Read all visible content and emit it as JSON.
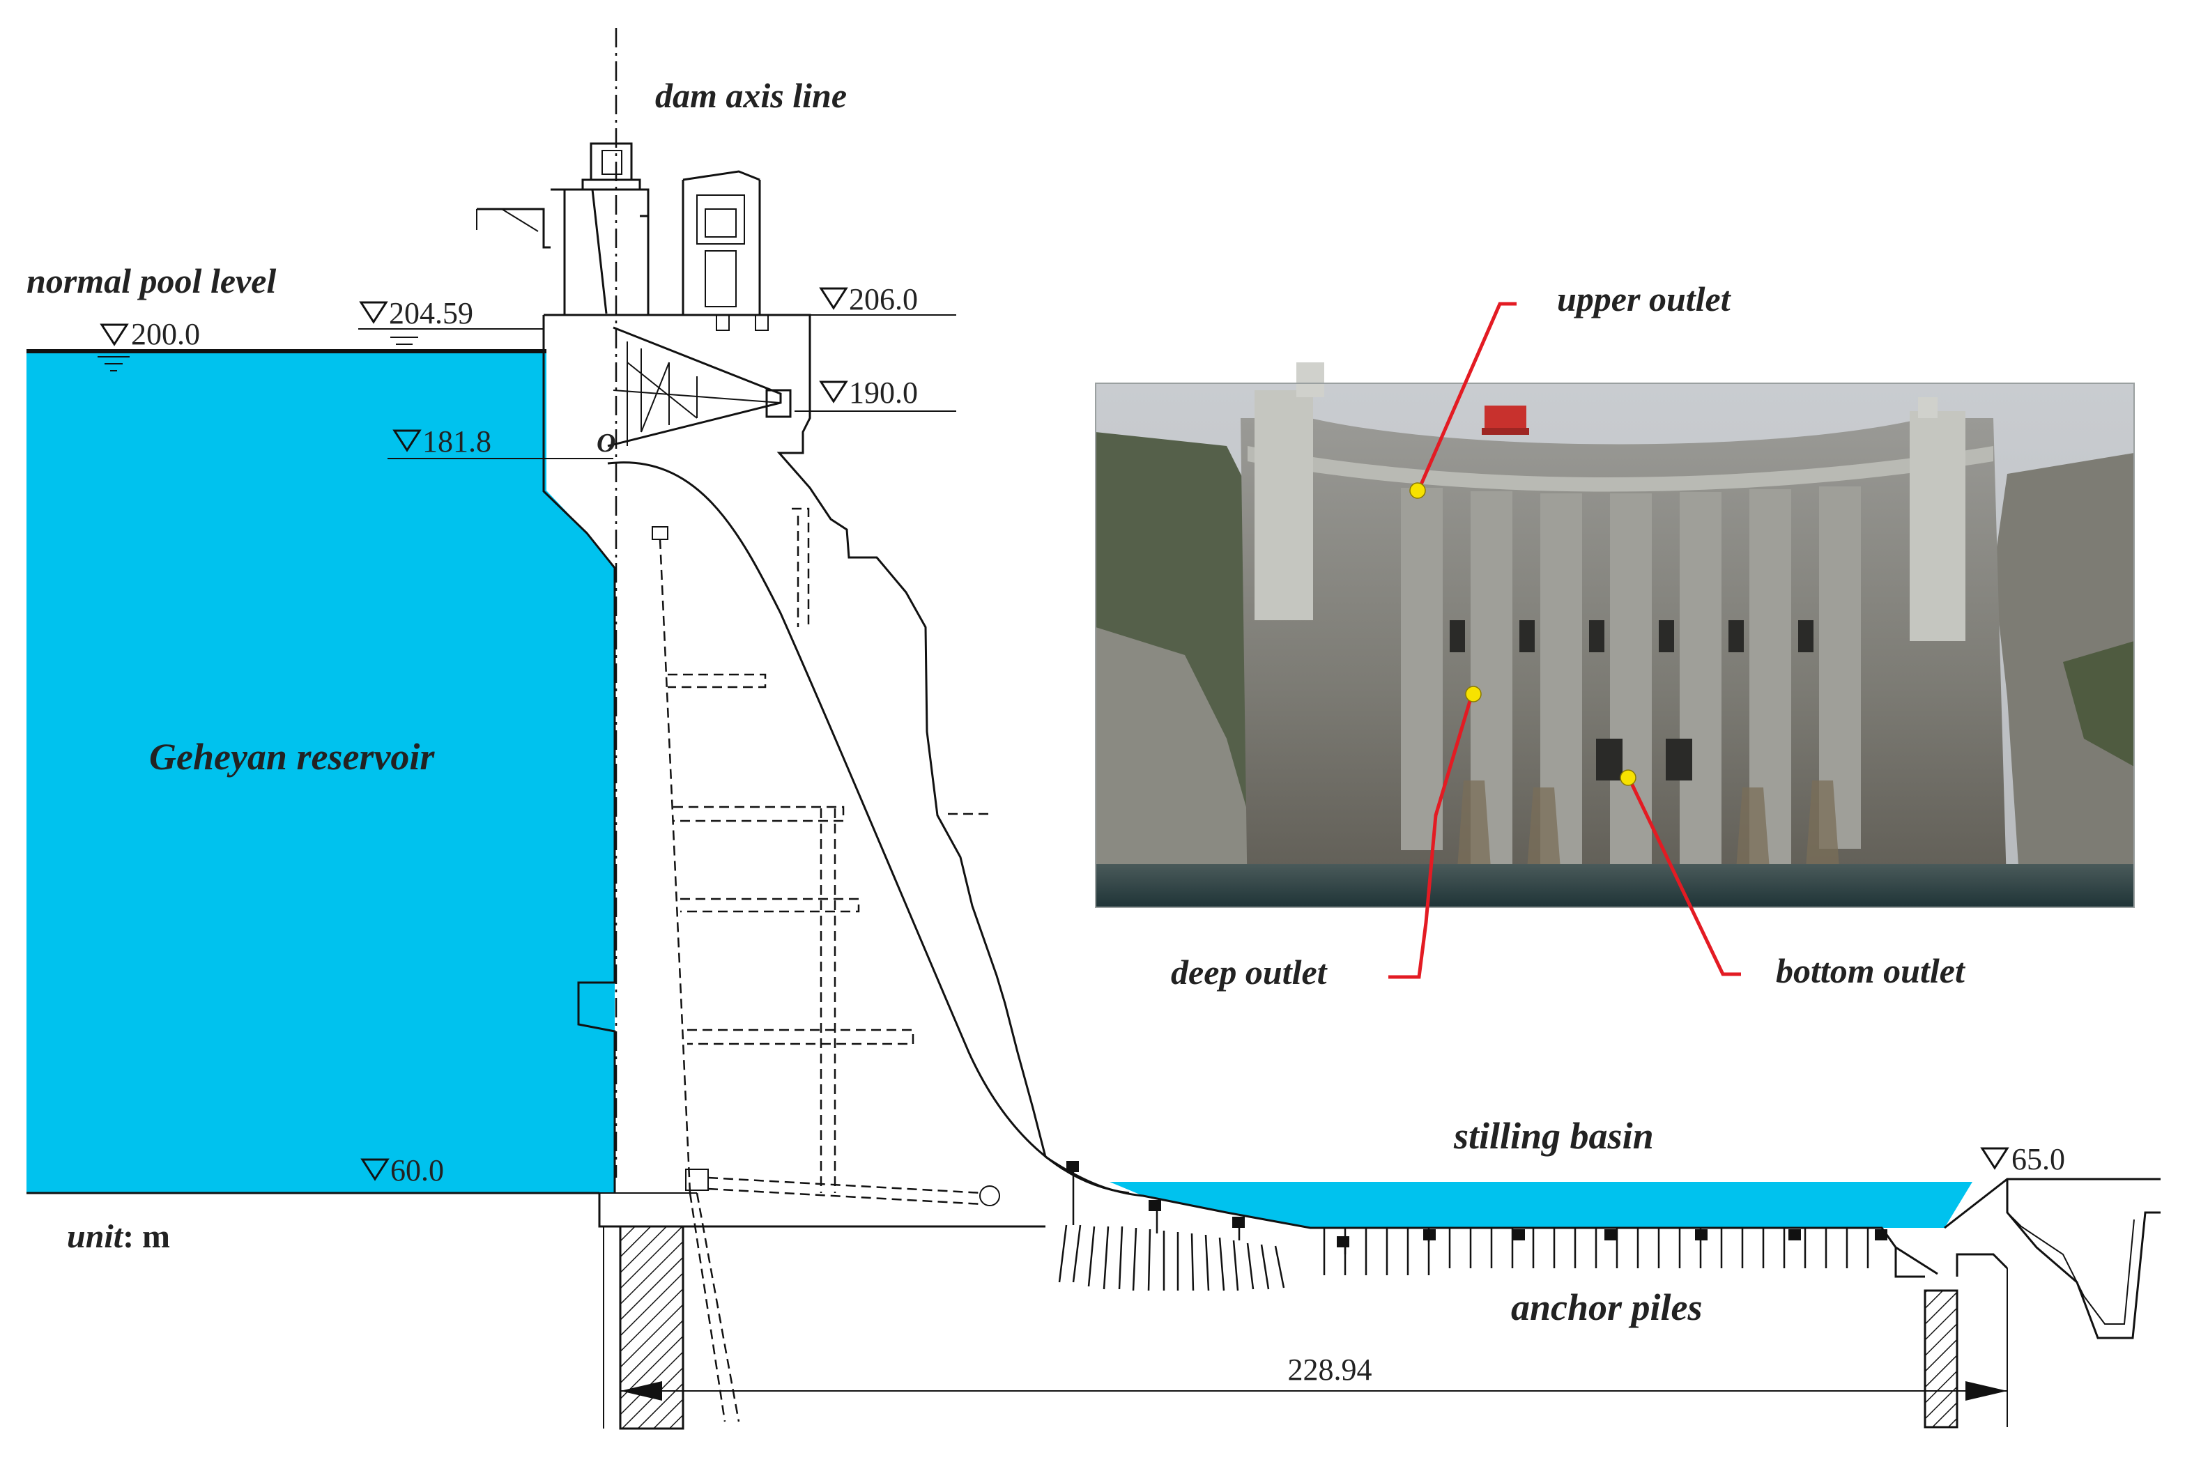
{
  "colors": {
    "water": "#00c2ee",
    "leader": "#e31b23",
    "marker": "#f7e200",
    "line": "#111111"
  },
  "labels": {
    "dam_axis": "dam axis line",
    "normal_pool": "normal pool level",
    "reservoir": "Geheyan reservoir",
    "unit_prefix": "unit",
    "unit_suffix": ": m",
    "stilling_basin": "stilling basin",
    "anchor_piles": "anchor piles",
    "upper_outlet": "upper outlet",
    "deep_outlet": "deep outlet",
    "bottom_outlet": "bottom outlet",
    "point_o": "O"
  },
  "elevations": {
    "pool": "200.0",
    "e204": "204.59",
    "e206": "206.0",
    "e190": "190.0",
    "e181": "181.8",
    "e60": "60.0",
    "e65": "65.0"
  },
  "dimension": "228.94",
  "icons": {
    "elevation": "triangle-down-icon",
    "water_level": "water-level-icon",
    "outlet_marker": "yellow-dot-icon"
  }
}
